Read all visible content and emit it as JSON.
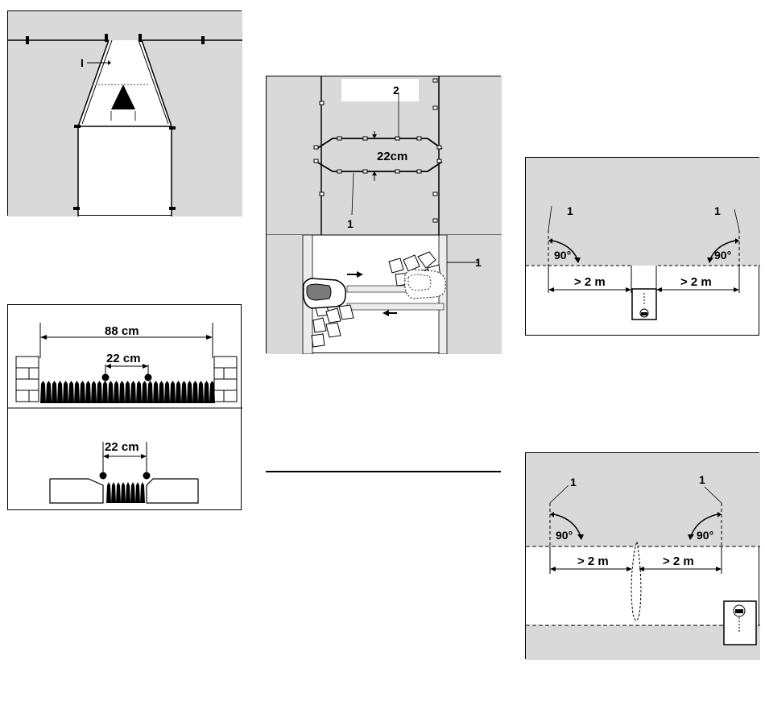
{
  "fig_corridor": {
    "label_I": "I"
  },
  "fig_guide": {
    "label_2": "2",
    "spacing": "22cm",
    "label_1_top": "1",
    "label_1_bottom": "1"
  },
  "fig_passage": {
    "width": "88 cm",
    "spacing": "22 cm"
  },
  "fig_slab": {
    "spacing": "22 cm"
  },
  "fig_station_a": {
    "label_left": "1",
    "label_right": "1",
    "angle_left": "90°",
    "angle_right": "90°",
    "dist_left": "> 2 m",
    "dist_right": "> 2 m"
  },
  "fig_station_b": {
    "label_left": "1",
    "label_right": "1",
    "angle_left": "90°",
    "angle_right": "90°",
    "dist_left": "> 2 m",
    "dist_right": "> 2 m"
  },
  "colors": {
    "lawn": "#d9d9d9",
    "line": "#000000"
  }
}
